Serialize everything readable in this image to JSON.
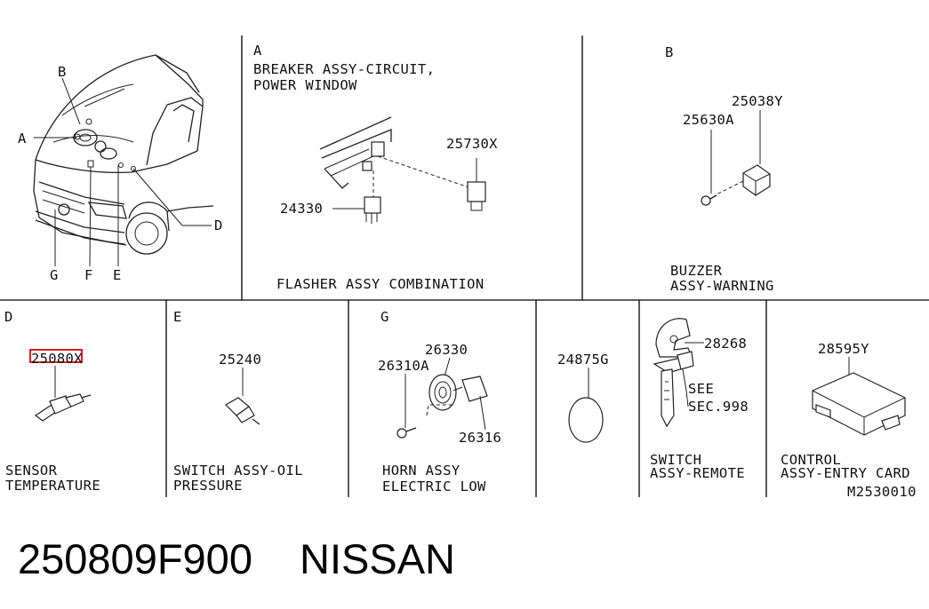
{
  "title": {
    "part_number": "250809F900",
    "brand": "NISSAN"
  },
  "drawing_code": "M2530010",
  "vehicle_callouts": [
    "A",
    "B",
    "D",
    "E",
    "F",
    "G"
  ],
  "panels": {
    "A": {
      "letter": "A",
      "title_line1": "BREAKER ASSY-CIRCUIT,",
      "title_line2": "POWER WINDOW",
      "part1": "25730X",
      "part2": "24330",
      "caption": "FLASHER ASSY COMBINATION"
    },
    "B": {
      "letter": "B",
      "part1": "25038Y",
      "part2": "25630A",
      "caption_line1": "BUZZER",
      "caption_line2": "ASSY-WARNING"
    },
    "D": {
      "letter": "D",
      "part": "25080X",
      "caption_line1": "SENSOR",
      "caption_line2": "TEMPERATURE"
    },
    "E": {
      "letter": "E",
      "part": "25240",
      "caption_line1": "SWITCH ASSY-OIL",
      "caption_line2": "PRESSURE"
    },
    "G": {
      "letter": "G",
      "part1": "26330",
      "part2": "26310A",
      "part3": "26316",
      "caption_line1": "HORN ASSY",
      "caption_line2": "ELECTRIC LOW"
    },
    "cap": {
      "part": "24875G"
    },
    "remote": {
      "part": "28268",
      "see_line1": "SEE",
      "see_line2": "SEC.998",
      "caption_line1": "SWITCH",
      "caption_line2": "ASSY-REMOTE"
    },
    "control": {
      "part": "28595Y",
      "caption_line1": "CONTROL",
      "caption_line2": "ASSY-ENTRY CARD"
    }
  },
  "highlight_color": "#e00000"
}
